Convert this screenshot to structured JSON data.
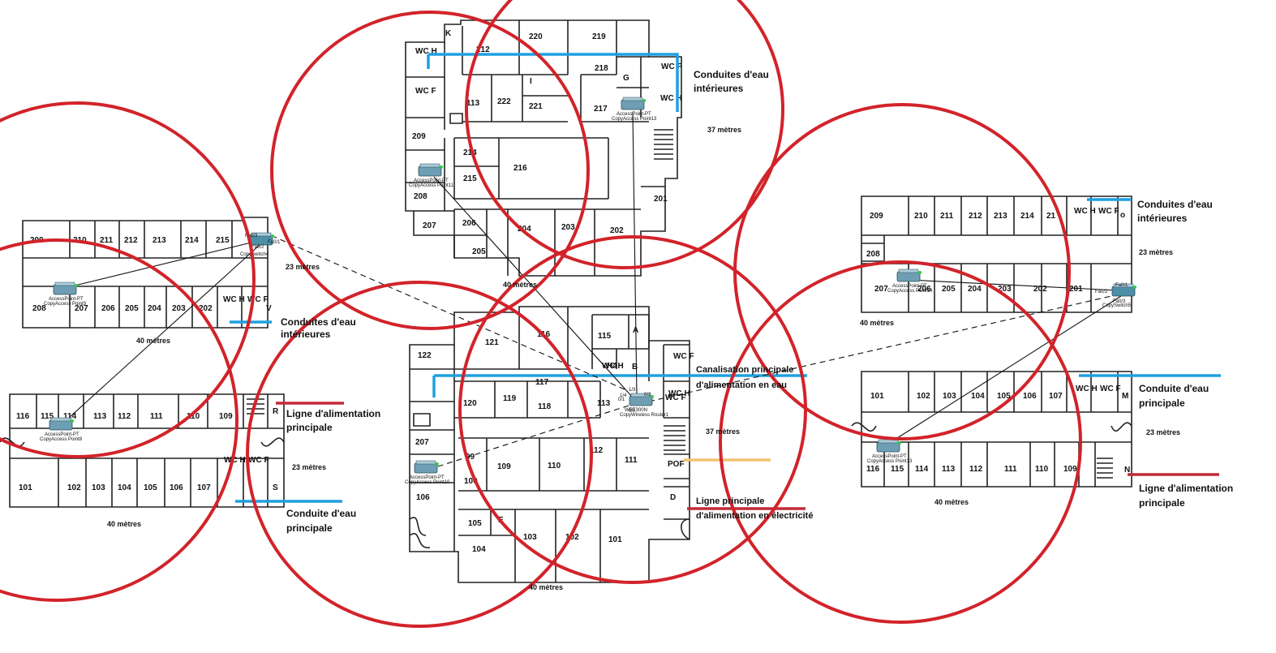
{
  "colors": {
    "coverage": "#d2232a",
    "water": "#1ea0e0",
    "power": "#c22a3a",
    "gas": "#f2c46e",
    "wall": "#222222",
    "device": "#5a8aa0"
  },
  "buildings": {
    "top": {
      "rooms": [
        "K",
        "220",
        "219",
        "WC H",
        "212",
        "218",
        "G",
        "WC F",
        "WC F",
        "I",
        "113",
        "222",
        "221",
        "217",
        "WC H",
        "209",
        "214",
        "216",
        "215",
        "208",
        "201",
        "207",
        "206",
        "204",
        "203",
        "202",
        "205"
      ],
      "ap_name": "AccessPoint-PT",
      "ap_copy": "CopyAccess Point13",
      "ap2_name": "AccessPoint-PT",
      "ap2_copy": "CopyAccess Point11",
      "water_label_1": "Conduites d'eau",
      "water_label_2": "intérieures",
      "dim_right": "37 mètres",
      "dim_bottom": "40 mètres"
    },
    "left_upper": {
      "rooms": [
        "209",
        "210",
        "211",
        "212",
        "213",
        "214",
        "215",
        "208",
        "207",
        "206",
        "205",
        "204",
        "203",
        "202",
        "WC H",
        "WC F",
        "V"
      ],
      "ap_name": "AccessPoint-PT",
      "ap_copy": "CopyAccess Point9",
      "switch_ports": [
        "Fa0/3",
        "Fa0/1",
        "Fa0/2"
      ],
      "switch_copy": "CopySwitch4",
      "water_label_1": "Conduites d'eau",
      "water_label_2": "intérieures",
      "dim_right": "23 mètres",
      "dim_bottom": "40 mètres"
    },
    "left_lower": {
      "rooms": [
        "116",
        "115",
        "114",
        "113",
        "112",
        "111",
        "110",
        "109",
        "R",
        "101",
        "102",
        "103",
        "104",
        "105",
        "106",
        "107",
        "WC H",
        "WC F",
        "S"
      ],
      "ap_name": "AccessPoint-PT",
      "ap_copy": "CopyAccess Point8",
      "power_label_1": "Ligne d'alimentation",
      "power_label_2": "principale",
      "water_label_1": "Conduite d'eau",
      "water_label_2": "principale",
      "dim_right": "23 mètres",
      "dim_bottom": "40 mètres"
    },
    "center": {
      "rooms": [
        "122",
        "121",
        "116",
        "115",
        "A",
        "WC H",
        "H4",
        "B",
        "WC F",
        "117",
        "WC F",
        "120",
        "119",
        "118",
        "113",
        "WC H",
        "207",
        "99",
        "109",
        "110",
        "112",
        "111",
        "100",
        "POF",
        "106",
        "105",
        "E",
        "103",
        "102",
        "101",
        "D",
        "104"
      ],
      "router_ports": [
        "1/3",
        "1/4",
        "0/2",
        "0/1",
        "0/0"
      ],
      "router_name": "WRT300N",
      "router_copy": "CopyWireless Router1",
      "ap_name": "AccessPoint-PT",
      "ap_copy": "CopyAccess Point10",
      "water_label_1": "Canalisation principale",
      "water_label_2": "d'alimentation en eau",
      "power_label_1": "Ligne principale",
      "power_label_2": "d'alimentation en électricité",
      "dim_right": "37 mètres",
      "dim_bottom": "40 mètres"
    },
    "right_upper": {
      "rooms": [
        "209",
        "210",
        "211",
        "212",
        "213",
        "214",
        "21",
        "WC H",
        "WC F",
        "o",
        "208",
        "207",
        "206",
        "205",
        "204",
        "203",
        "202",
        "201"
      ],
      "ap_name": "AccessPoint-PT",
      "ap_copy": "CopyAccess Point14",
      "switch_ports": [
        "Fa0/2",
        "Fa0/3",
        "Fa0/1"
      ],
      "switch_copy": "CopySwitch5",
      "water_label_1": "Conduites d'eau",
      "water_label_2": "intérieures",
      "dim_right": "23 mètres",
      "dim_bottom": "40 mètres"
    },
    "right_lower": {
      "rooms": [
        "101",
        "102",
        "103",
        "104",
        "105",
        "106",
        "107",
        "WC H",
        "WC F",
        "M",
        "116",
        "115",
        "114",
        "113",
        "112",
        "111",
        "110",
        "109",
        "N"
      ],
      "ap_name": "AccessPoint-PT",
      "ap_copy": "CopyAccess Point13",
      "water_label_1": "Conduite d'eau",
      "water_label_2": "principale",
      "power_label_1": "Ligne d'alimentation",
      "power_label_2": "principale",
      "dim_right": "23 mètres",
      "dim_bottom": "40 mètres"
    }
  }
}
